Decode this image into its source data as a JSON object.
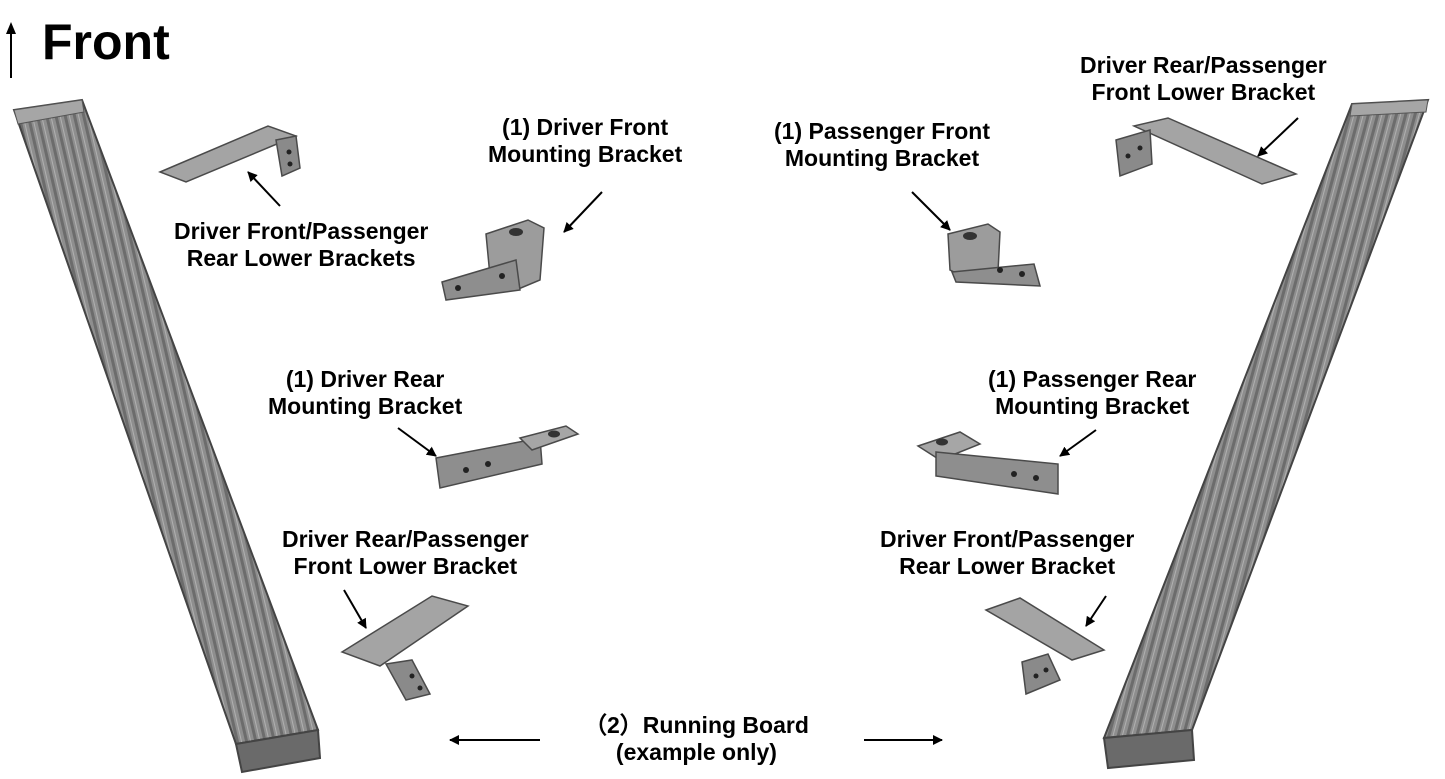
{
  "title": "Front",
  "labels": {
    "driver_front_mount": [
      "(1) Driver Front",
      "Mounting Bracket"
    ],
    "passenger_front_mount": [
      "(1) Passenger Front",
      "Mounting Bracket"
    ],
    "top_left_lower": [
      "Driver Front/Passenger",
      "Rear Lower Brackets"
    ],
    "top_right_lower": [
      "Driver Rear/Passenger",
      "Front Lower Bracket"
    ],
    "driver_rear_mount": [
      "(1) Driver Rear",
      "Mounting Bracket"
    ],
    "passenger_rear_mount": [
      "(1) Passenger Rear",
      "Mounting Bracket"
    ],
    "bottom_left_lower": [
      "Driver Rear/Passenger",
      "Front Lower Bracket"
    ],
    "bottom_right_lower": [
      "Driver Front/Passenger",
      "Rear Lower Bracket"
    ],
    "running_board": [
      "（2）Running Board",
      "(example only)"
    ]
  },
  "colors": {
    "board_fill": "#8c8c8c",
    "board_dark": "#6a6a6a",
    "bracket_fill": "#9a9a9a",
    "bracket_edge": "#4a4a4a"
  }
}
